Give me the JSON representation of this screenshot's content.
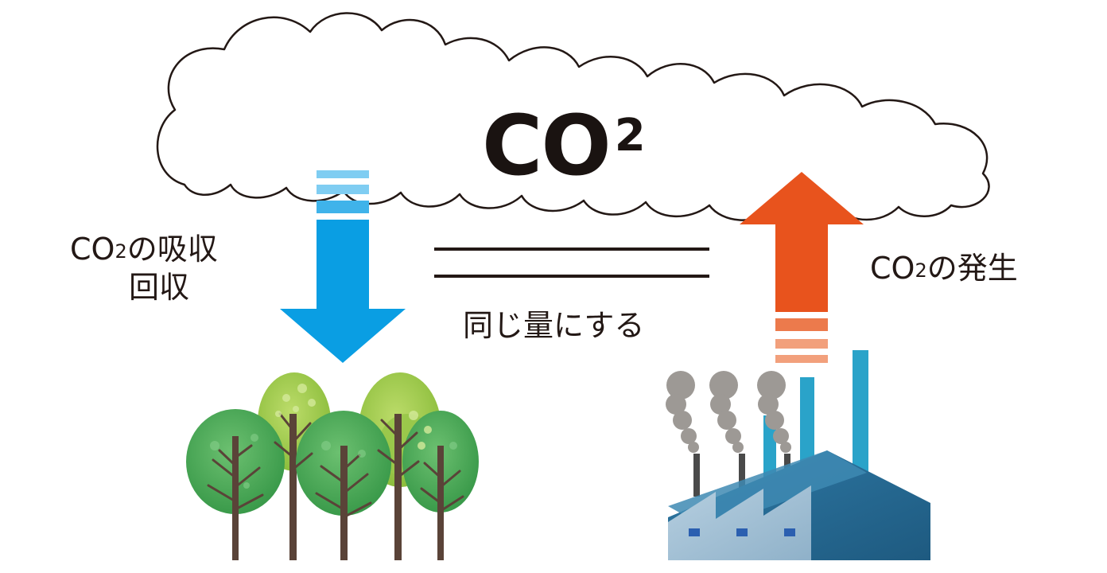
{
  "cloud": {
    "text": "CO",
    "subscript": "2"
  },
  "absorption": {
    "line1_prefix": "CO",
    "line1_sub": "2",
    "line1_suffix": "の吸収",
    "line2": "回収"
  },
  "equal": {
    "label": "同じ量にする"
  },
  "emission": {
    "prefix": "CO",
    "sub": "2",
    "suffix": "の発生"
  },
  "icons": {
    "cloud": "cloud-icon",
    "down_arrow": "down-arrow-icon",
    "up_arrow": "up-arrow-icon",
    "equals": "equals-sign-icon",
    "forest": "forest-icon",
    "factory": "factory-icon"
  },
  "colors": {
    "absorb_arrow": "#0a9ee3",
    "absorb_arrow_light": "#7fcdf2",
    "emit_arrow": "#e8531d",
    "emit_arrow_light": "#f2a07c",
    "factory_wall": "#2a6d98",
    "smoke": "#9d9995",
    "tree_green": "#5cb85c",
    "tree_lime": "#a8cf53",
    "trunk": "#5a4338"
  }
}
